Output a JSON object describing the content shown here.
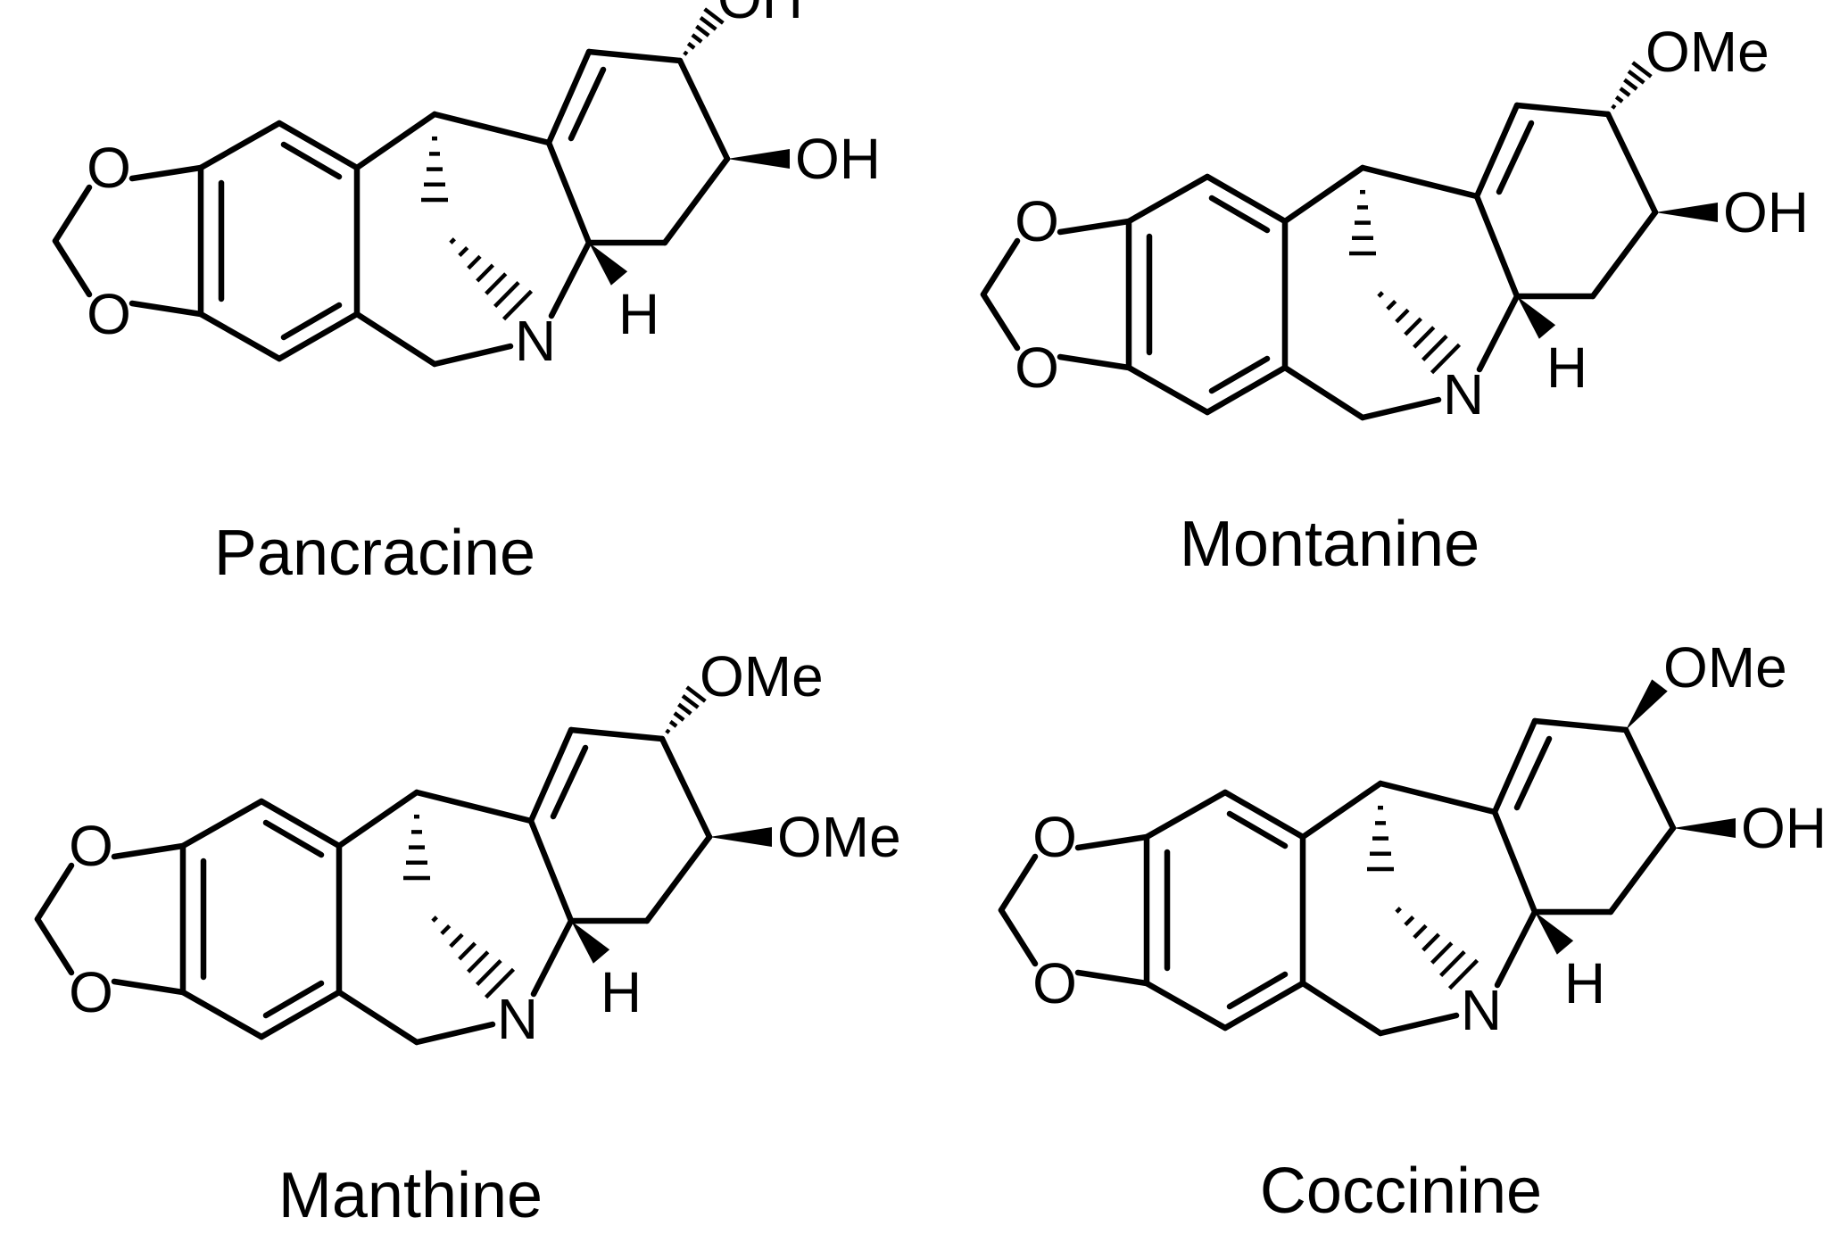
{
  "figure": {
    "background": "#ffffff",
    "ink": "#000000"
  },
  "molecules": [
    {
      "name": "Pancracine",
      "labels": {
        "o1": "O",
        "o2": "O",
        "n": "N",
        "h": "H",
        "r1": "OH",
        "r2": "OH"
      },
      "r1_stereo": "hash",
      "r2_stereo": "wedge"
    },
    {
      "name": "Montanine",
      "labels": {
        "o1": "O",
        "o2": "O",
        "n": "N",
        "h": "H",
        "r1": "OMe",
        "r2": "OH"
      },
      "r1_stereo": "hash",
      "r2_stereo": "wedge"
    },
    {
      "name": "Manthine",
      "labels": {
        "o1": "O",
        "o2": "O",
        "n": "N",
        "h": "H",
        "r1": "OMe",
        "r2": "OMe"
      },
      "r1_stereo": "hash",
      "r2_stereo": "wedge"
    },
    {
      "name": "Coccinine",
      "labels": {
        "o1": "O",
        "o2": "O",
        "n": "N",
        "h": "H",
        "r1": "OMe",
        "r2": "OH"
      },
      "r1_stereo": "wedge",
      "r2_stereo": "wedge"
    }
  ]
}
